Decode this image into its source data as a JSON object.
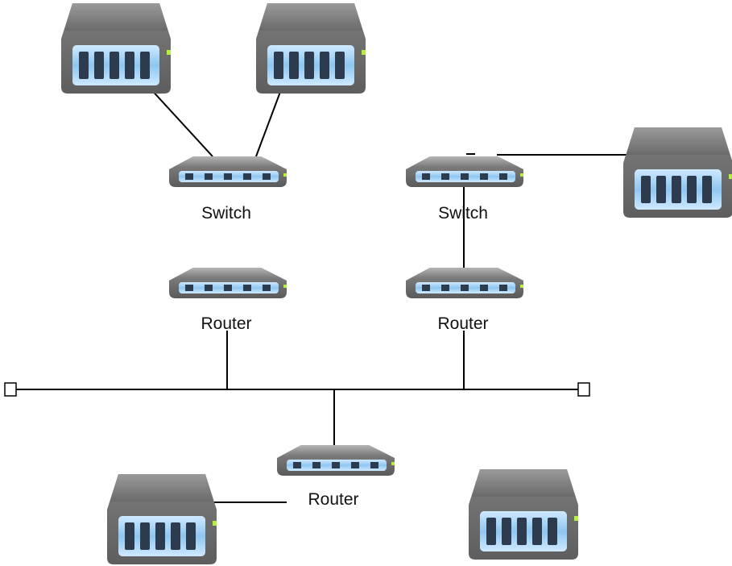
{
  "labels": {
    "switch_left": "Switch",
    "switch_right": "Switch",
    "router_left": "Router",
    "router_right": "Router",
    "router_bottom": "Router"
  },
  "colors": {
    "line": "#000000",
    "body_dark": "#6f6f6f",
    "body_light": "#a9a9a9",
    "panel": "#8ec6f0",
    "port": "#2c3b4e",
    "led": "#b4f03c"
  },
  "icons": {
    "server": "server-icon",
    "hub": "network-hub-icon",
    "terminator": "bus-terminator-icon"
  }
}
